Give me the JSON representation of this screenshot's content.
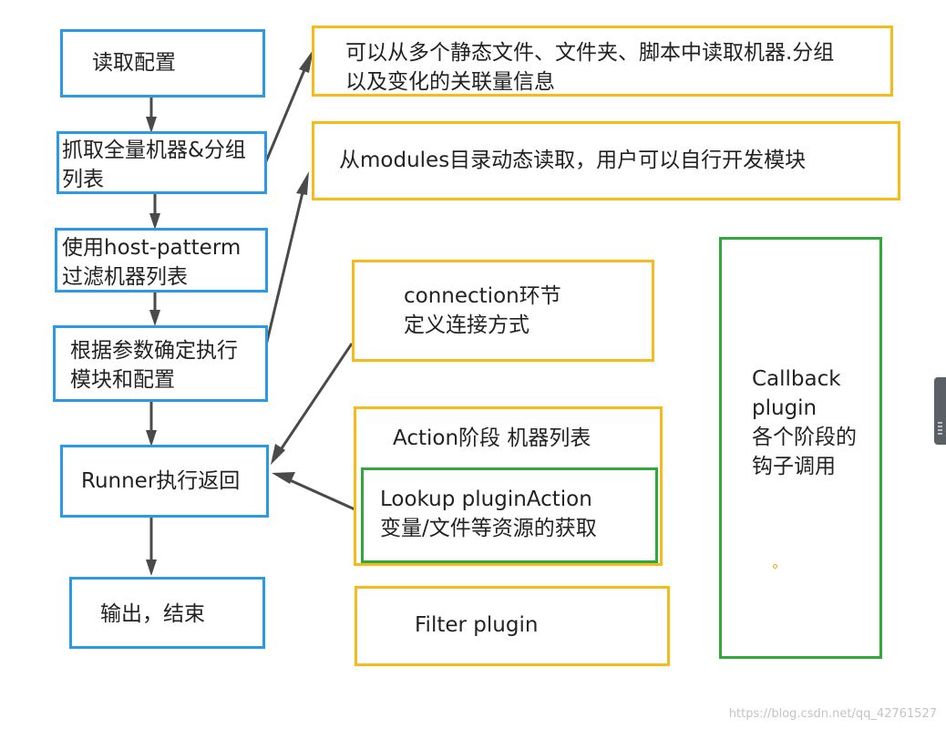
{
  "flow": {
    "read_config": "读取配置",
    "fetch_hosts": [
      "抓取全量机器&分组",
      "列表"
    ],
    "filter_hosts": [
      "使用host-patterm",
      "过滤机器列表"
    ],
    "determine_module": [
      "根据参数确定执行",
      "模块和配置"
    ],
    "runner": "Runner执行返回",
    "output_end": "输出，结束"
  },
  "notes": {
    "inventory": [
      "可以从多个静态文件、文件夹、脚本中读取机器.分组",
      "以及变化的关联量信息"
    ],
    "modules": "从modules目录动态读取，用户可以自行开发模块",
    "connection": [
      "connection环节",
      "定义连接方式"
    ],
    "action": "Action阶段 机器列表",
    "lookup": [
      "Lookup  pluginAction",
      "变量/文件等资源的获取"
    ],
    "filter": "Filter plugin",
    "callback": [
      "Callback",
      "plugin",
      "各个阶段的",
      "钩子调用"
    ]
  },
  "colors": {
    "flow_border": "#2b9ae6",
    "note_border": "#f5bb18",
    "plugin_border": "#2eaa3a",
    "arrow": "#4a4a4a"
  },
  "watermark": "https://blog.csdn.net/qq_42761527"
}
